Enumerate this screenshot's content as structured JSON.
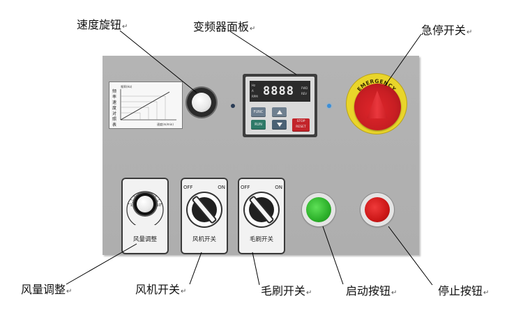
{
  "callouts": {
    "speed_knob": "速度旋钮",
    "inverter_panel": "变频器面板",
    "emergency_stop": "急停开关",
    "fan_adjust": "风量调整",
    "blower_switch": "风机开关",
    "brush_switch": "毛刷开关",
    "start_button": "启动按钮",
    "stop_button": "停止按钮"
  },
  "return_mark": "↵",
  "graph_card": {
    "ylabel_top": "频率(Hz)",
    "side_chars": [
      "频",
      "率",
      "速",
      "度",
      "对",
      "照",
      "表"
    ],
    "xlabel": "速度(m/min)"
  },
  "inverter": {
    "display_digits": "8888",
    "tags_left": [
      "Hz",
      "A",
      "RPM"
    ],
    "tags_right": [
      "FWD",
      "REV"
    ],
    "btn_func": "FUNC",
    "btn_run": "RUN",
    "btn_stop_line1": "STOP",
    "btn_stop_line2": "RESET"
  },
  "emergency_stop": {
    "arc_text": "EMERGENCY"
  },
  "bezels": {
    "fan": {
      "label": "风量调整",
      "scale": [
        "1",
        "2",
        "3",
        "4",
        "5",
        "6",
        "7",
        "8",
        "9",
        "10"
      ]
    },
    "blower": {
      "label": "风机开关",
      "off": "OFF",
      "on": "ON"
    },
    "brush": {
      "label": "毛刷开关",
      "off": "OFF",
      "on": "ON"
    }
  },
  "colors": {
    "panel": "#b1b1b1",
    "start_green": "#2cb02a",
    "stop_red": "#cc1717",
    "estop_yellow": "#e9d52a",
    "estop_red": "#c81e23",
    "indicator_blue": "#3c8ed6"
  }
}
